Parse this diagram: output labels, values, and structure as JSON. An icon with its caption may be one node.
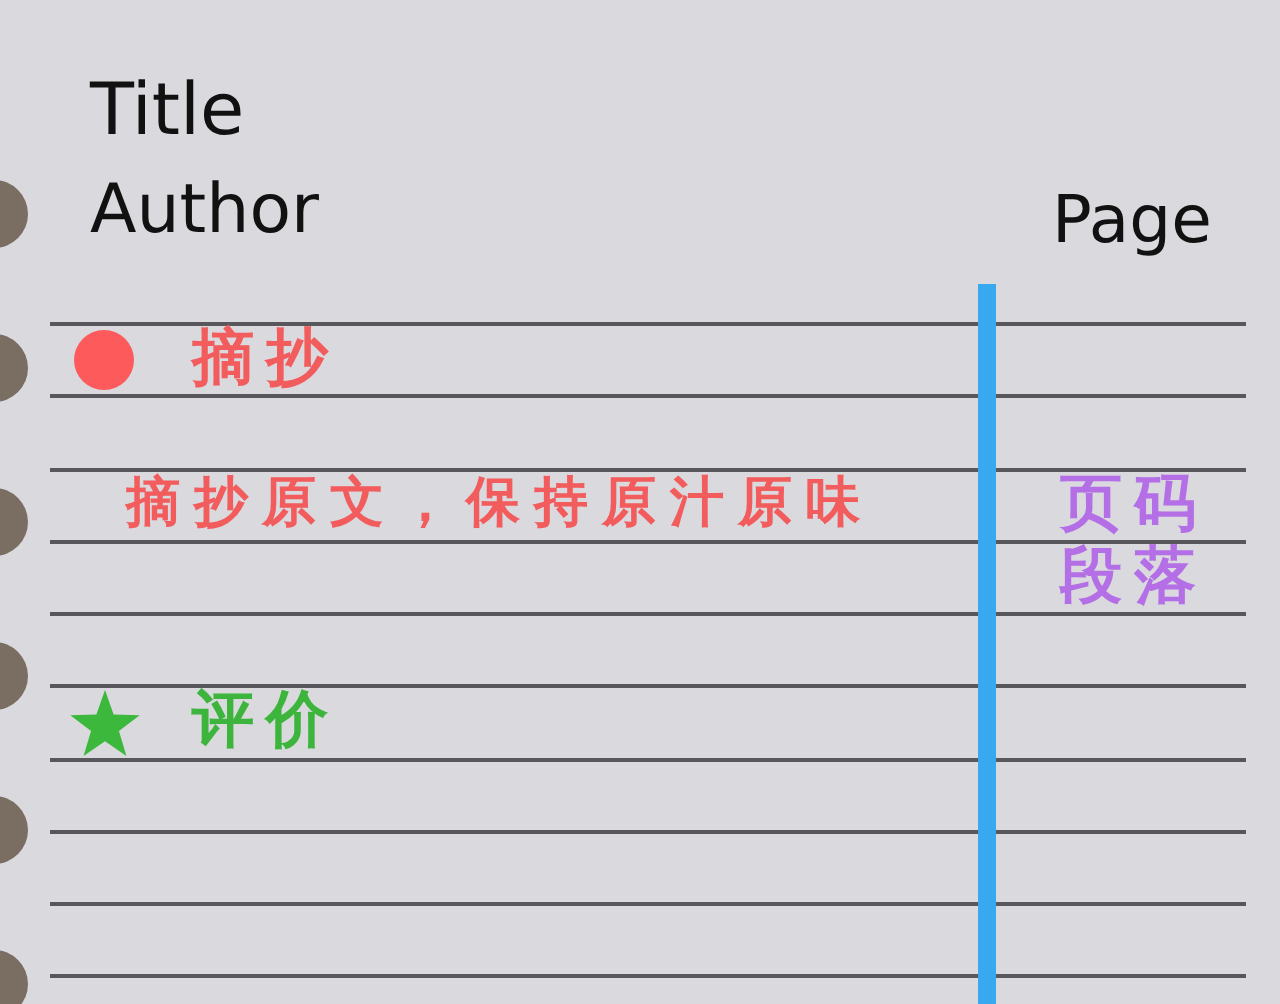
{
  "diagram": {
    "labels": [
      "Title",
      "Author",
      "Page",
      "摘抄",
      "摘抄原文，保持原汁原味",
      "页码",
      "段落",
      "评价"
    ]
  }
}
